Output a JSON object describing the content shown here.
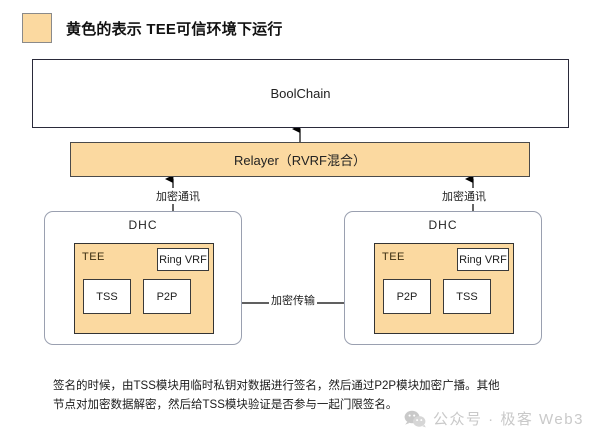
{
  "legend": {
    "swatch_color": "#fbd9a0",
    "text": "黄色的表示 TEE可信环境下运行"
  },
  "diagram": {
    "boolchain": {
      "label": "BoolChain"
    },
    "relayer": {
      "label": "Relayer（RVRF混合）"
    },
    "nodes": [
      {
        "title": "DHC",
        "tee_label": "TEE",
        "ring_vrf": "Ring VRF",
        "left_module": "TSS",
        "right_module": "P2P"
      },
      {
        "title": "DHC",
        "tee_label": "TEE",
        "ring_vrf": "Ring VRF",
        "left_module": "P2P",
        "right_module": "TSS"
      }
    ],
    "edge_labels": {
      "encrypted_comm_left": "加密通讯",
      "encrypted_comm_right": "加密通讯",
      "encrypted_transfer": "加密传输"
    }
  },
  "caption": {
    "line1": "签名的时候，由TSS模块用临时私钥对数据进行签名，然后通过P2P模块加密广播。其他",
    "line2": "节点对加密数据解密，然后给TSS模块验证是否参与一起门限签名。"
  },
  "watermark": {
    "text": "公众号 · 极客 Web3"
  },
  "colors": {
    "tee_fill": "#fbd9a0",
    "box_border": "#333333",
    "panel_border": "#9aa0b0",
    "line": "#000000"
  }
}
